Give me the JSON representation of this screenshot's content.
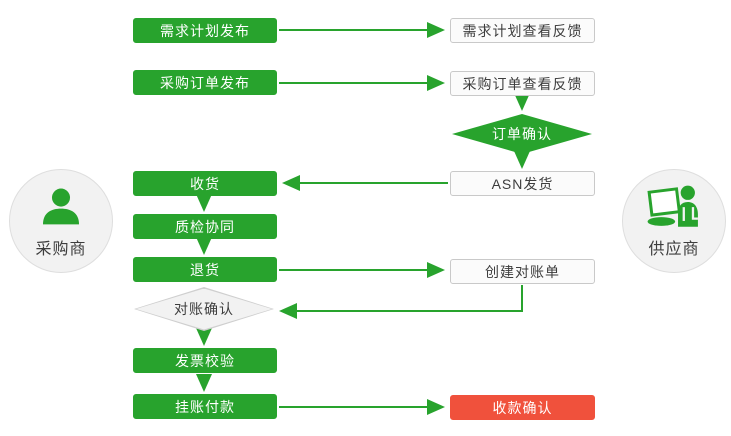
{
  "actors": {
    "buyer": {
      "label": "采购商",
      "icon": "user-icon"
    },
    "supplier": {
      "label": "供应商",
      "icon": "user-laptop-icon"
    }
  },
  "nodes": {
    "demand_plan_publish": "需求计划发布",
    "demand_plan_feedback": "需求计划查看反馈",
    "po_publish": "采购订单发布",
    "po_feedback": "采购订单查看反馈",
    "order_confirm": "订单确认",
    "receive_goods": "收货",
    "asn_ship": "ASN发货",
    "quality_inspection": "质检协同",
    "return_goods": "退货",
    "create_statement": "创建对账单",
    "statement_confirm": "对账确认",
    "invoice_check": "发票校验",
    "payment_on_account": "挂账付款",
    "receipt_confirm": "收款确认"
  },
  "colors": {
    "accent_green": "#28a32d",
    "accent_red": "#f0513c",
    "plain_box_bg": "#fbfbfb",
    "plain_box_border": "#c9c9c9",
    "actor_circle_bg": "#f2f2f2"
  }
}
